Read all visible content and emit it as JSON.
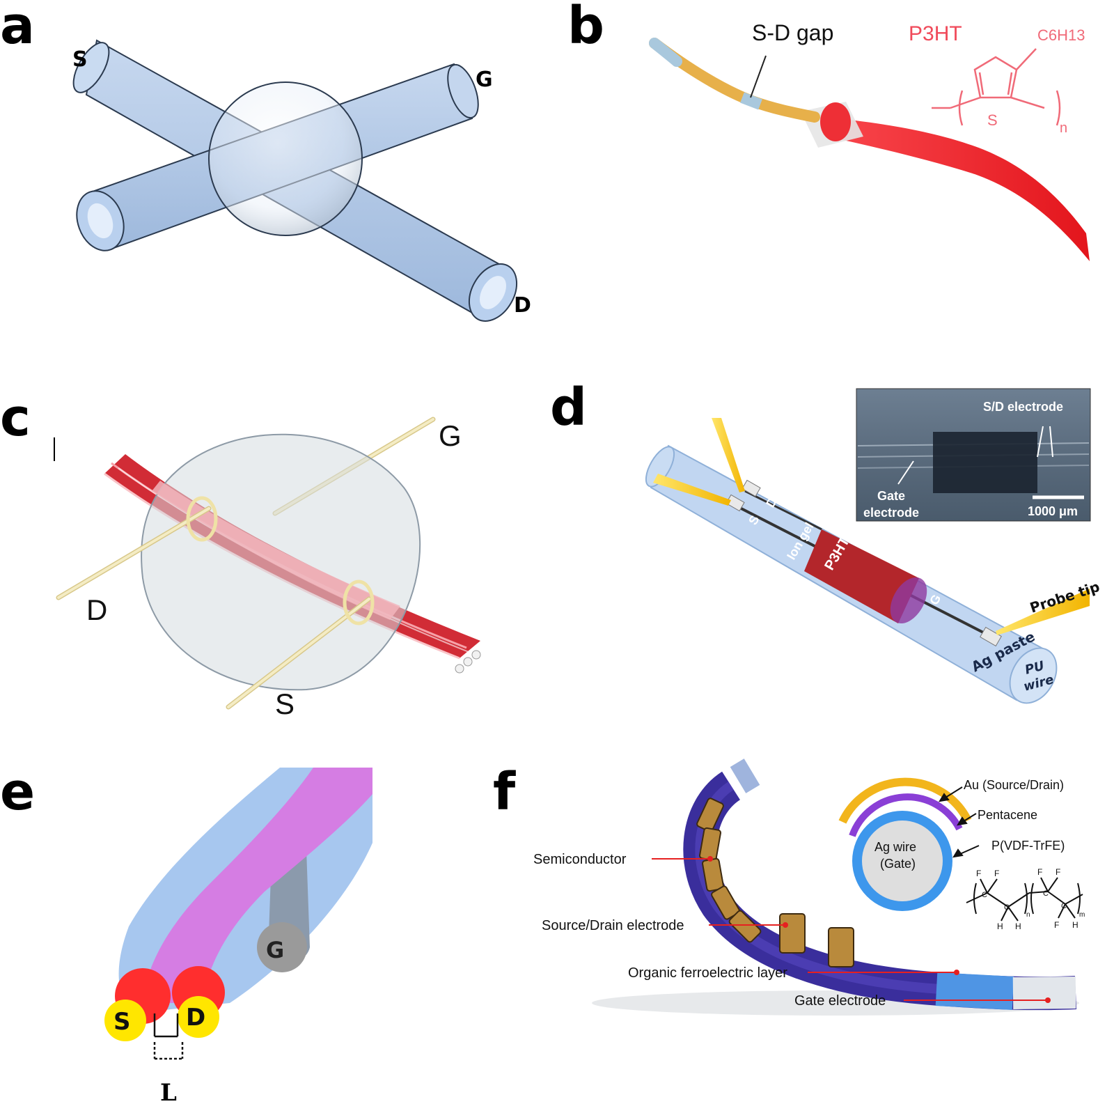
{
  "panels": {
    "a": {
      "letter": "a",
      "labels": {
        "s": "S",
        "g": "G",
        "d": "D"
      }
    },
    "b": {
      "letter": "b",
      "labels": {
        "gap": "S-D gap",
        "p3ht": "P3HT",
        "alkyl": "C6H13",
        "sulfur": "S",
        "n": "n"
      },
      "colors": {
        "polymer": "#f0202a",
        "fiber": "#e9b24a"
      }
    },
    "c": {
      "letter": "c",
      "labels": {
        "g": "G",
        "d": "D",
        "s": "S"
      },
      "colors": {
        "bundle": "#e8323a",
        "wire": "#efe2a6"
      }
    },
    "d": {
      "letter": "d",
      "labels": {
        "sd_electrode": "S/D electrode",
        "gate_electrode_1": "Gate",
        "gate_electrode_2": "electrode",
        "scale": "1000 μm",
        "s": "S",
        "d": "D",
        "g": "G",
        "ion_gel": "Ion gel",
        "p3ht": "P3HT",
        "probe_tip": "Probe tip",
        "ag_paste": "Ag paste",
        "pu_1": "PU",
        "pu_2": "wire"
      },
      "colors": {
        "tube": "#a9c8ec",
        "p3ht": "#b3262b",
        "probe": "#f5c400"
      }
    },
    "e": {
      "letter": "e",
      "labels": {
        "g": "G",
        "s": "S",
        "d": "D",
        "l": "L"
      },
      "colors": {
        "sheath": "#a3c6ef",
        "core": "#d96ee0",
        "electrode": "#ff2b2b",
        "contact": "#ffe600"
      }
    },
    "f": {
      "letter": "f",
      "labels": {
        "semiconductor": "Semiconductor",
        "source_drain": "Source/Drain electrode",
        "ferroelectric": "Organic ferroelectric layer",
        "gate_electrode": "Gate electrode",
        "au": "Au (Source/Drain)",
        "pentacene": "Pentacene",
        "pvdf": "P(VDF-TrFE)",
        "ag_wire_1": "Ag wire",
        "ag_wire_2": "(Gate)",
        "f": "F",
        "c": "C",
        "h": "H",
        "n": "n",
        "m": "m"
      },
      "colors": {
        "fiber": "#3c2e9a",
        "electrode": "#b78a3e",
        "gate": "#dfe4ea",
        "ring_outer": "#3d97ec",
        "ring_mid": "#8a3fd6",
        "ring_top": "#f2b51c"
      }
    }
  }
}
